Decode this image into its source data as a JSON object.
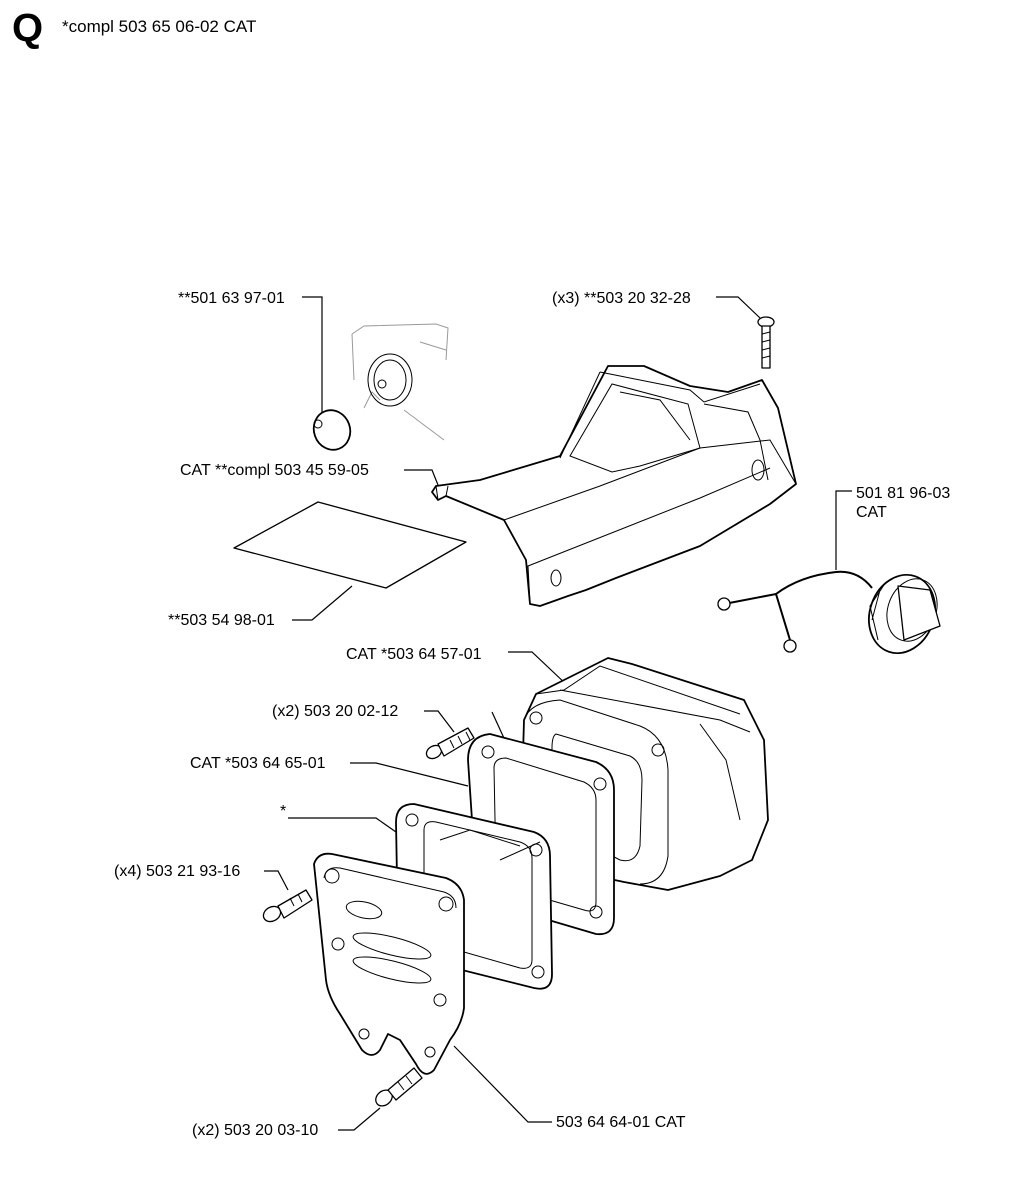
{
  "header": {
    "section_letter": "Q",
    "assembly": "*compl 503 65 06-02 CAT"
  },
  "callouts": {
    "plug": "**501 63 97-01",
    "screw_x3": "(x3) **503 20 32-28",
    "cover": "CAT **compl 503 45 59-05",
    "sheet": "**503 54 98-01",
    "cap_line1": "501 81 96-03",
    "cap_line2": "CAT",
    "muffler": "CAT *503 64 57-01",
    "bolt_x2_a": "(x2) 503 20 02-12",
    "gasket_cat": "CAT *503 64 65-01",
    "gasket_star": "*",
    "bolt_x4": "(x4) 503 21 93-16",
    "bolt_x2_b": "(x2) 503 20 03-10",
    "plate": "503 64 64-01 CAT"
  }
}
